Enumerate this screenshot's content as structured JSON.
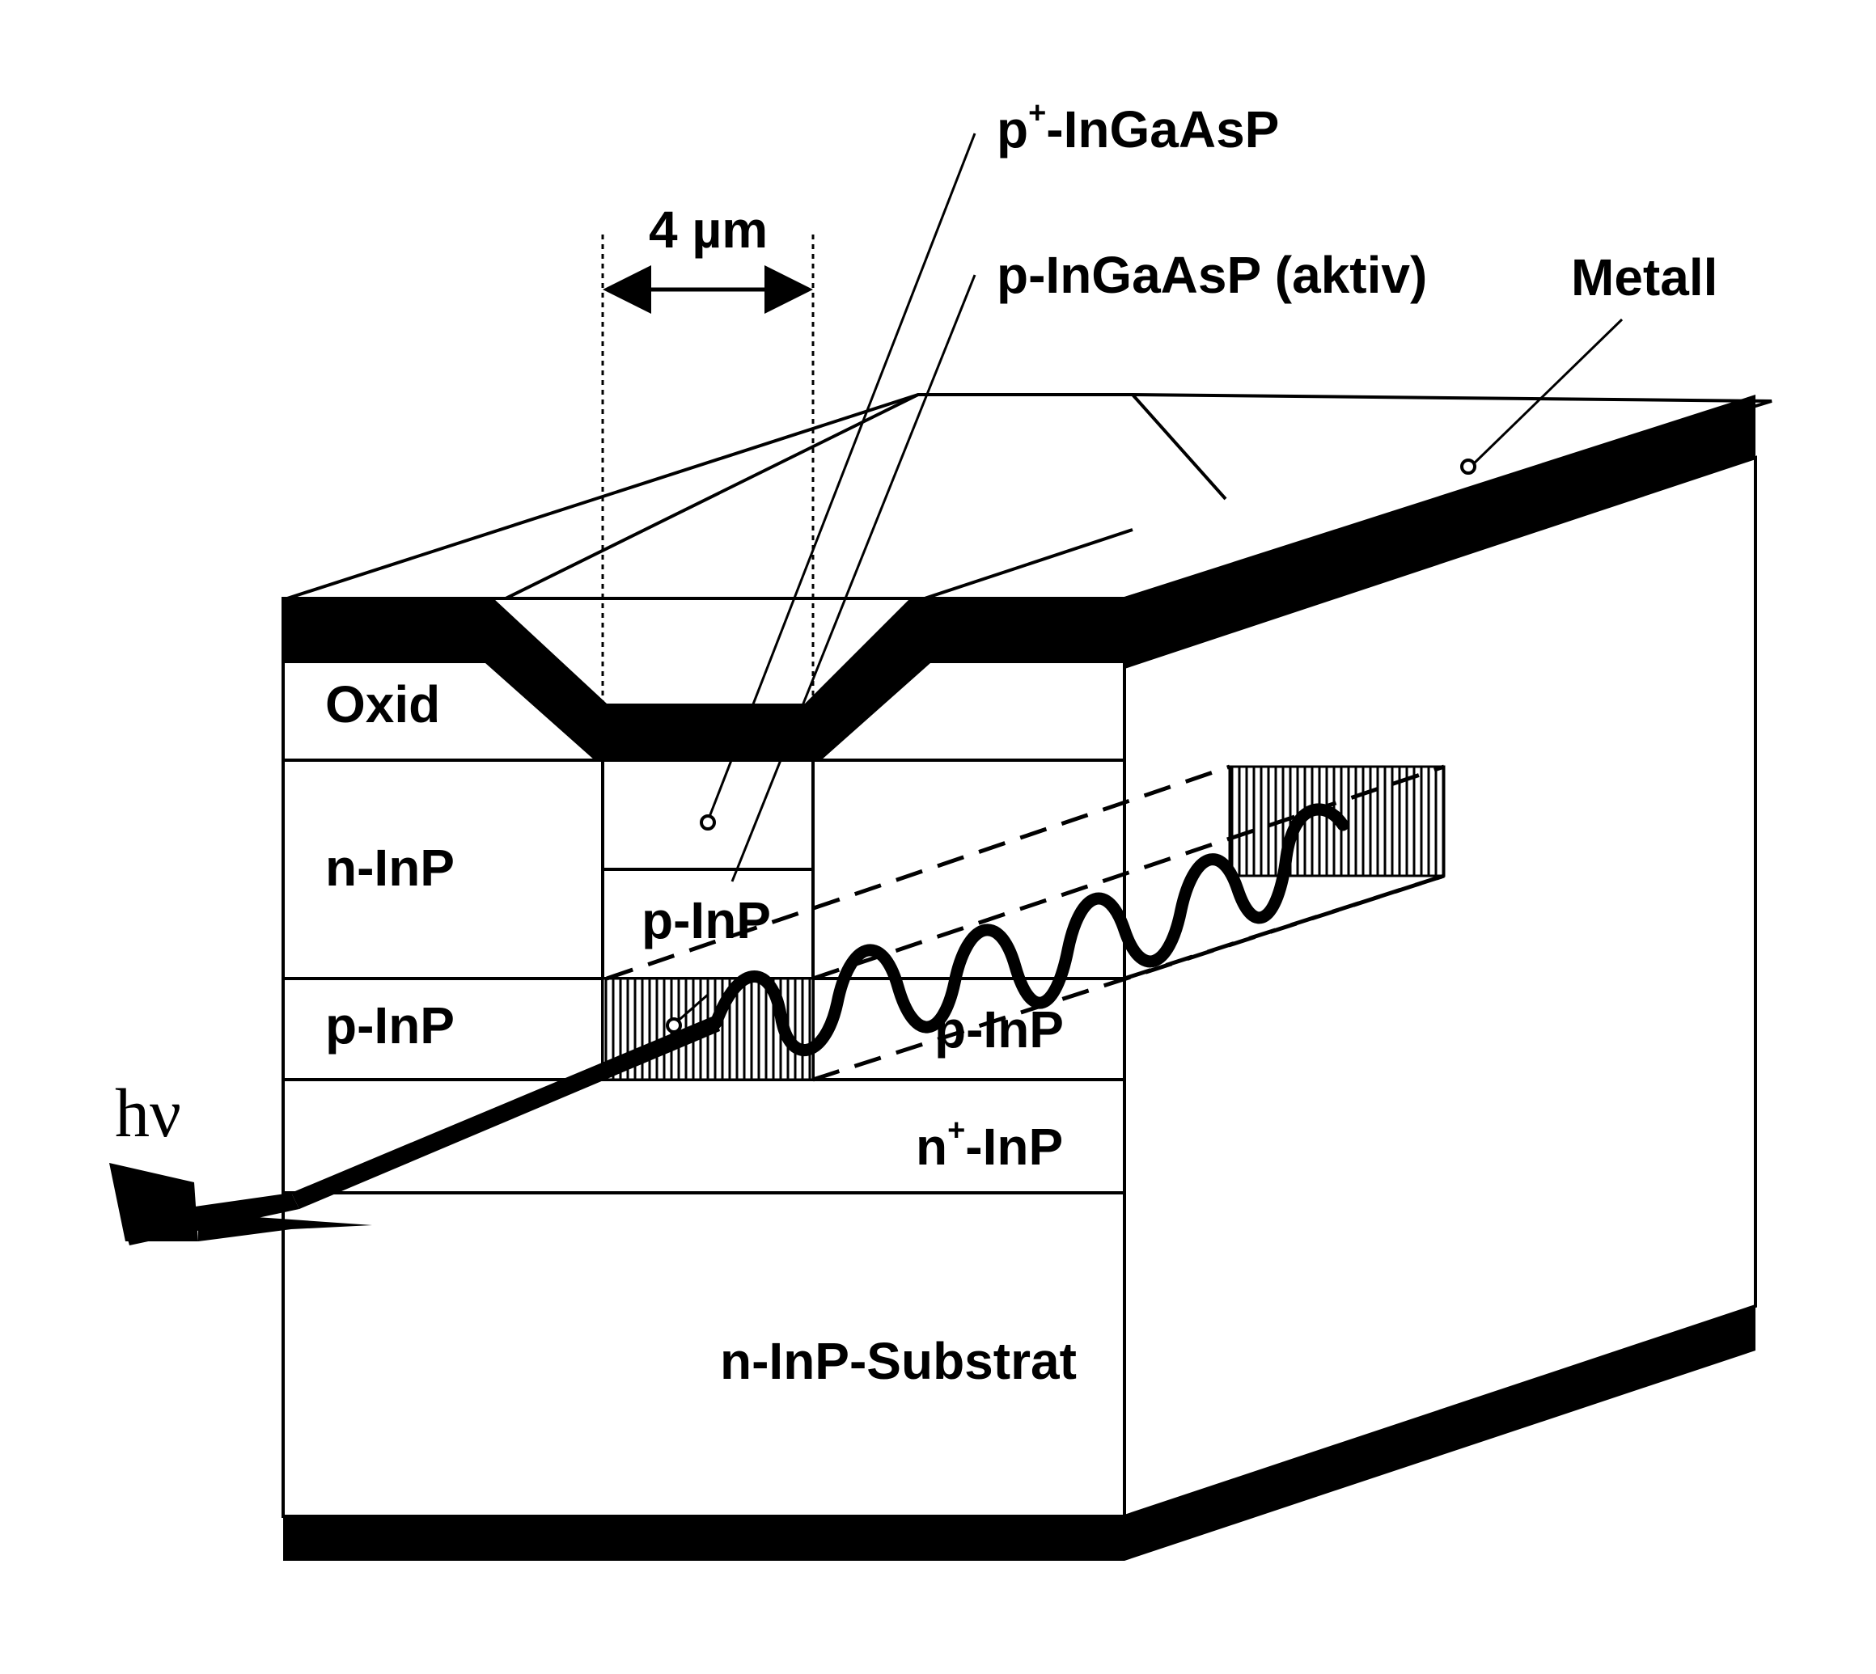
{
  "labels": {
    "p_plus_ingaasp_base": "p",
    "p_plus_ingaasp_sup": "+",
    "p_plus_ingaasp_rest": "-InGaAsP",
    "p_ingaasp_active": "p-InGaAsP (aktiv)",
    "metall": "Metall",
    "width": "4 µm",
    "oxid": "Oxid",
    "n_inp": "n-InP",
    "p_inp_left": "p-InP",
    "p_inp_center": "p-InP",
    "p_inp_right": "p-InP",
    "n_plus_inp_base": "n",
    "n_plus_inp_sup": "+",
    "n_plus_inp_rest": "-InP",
    "substrate": "n-InP-Substrat",
    "photon": "hν"
  }
}
